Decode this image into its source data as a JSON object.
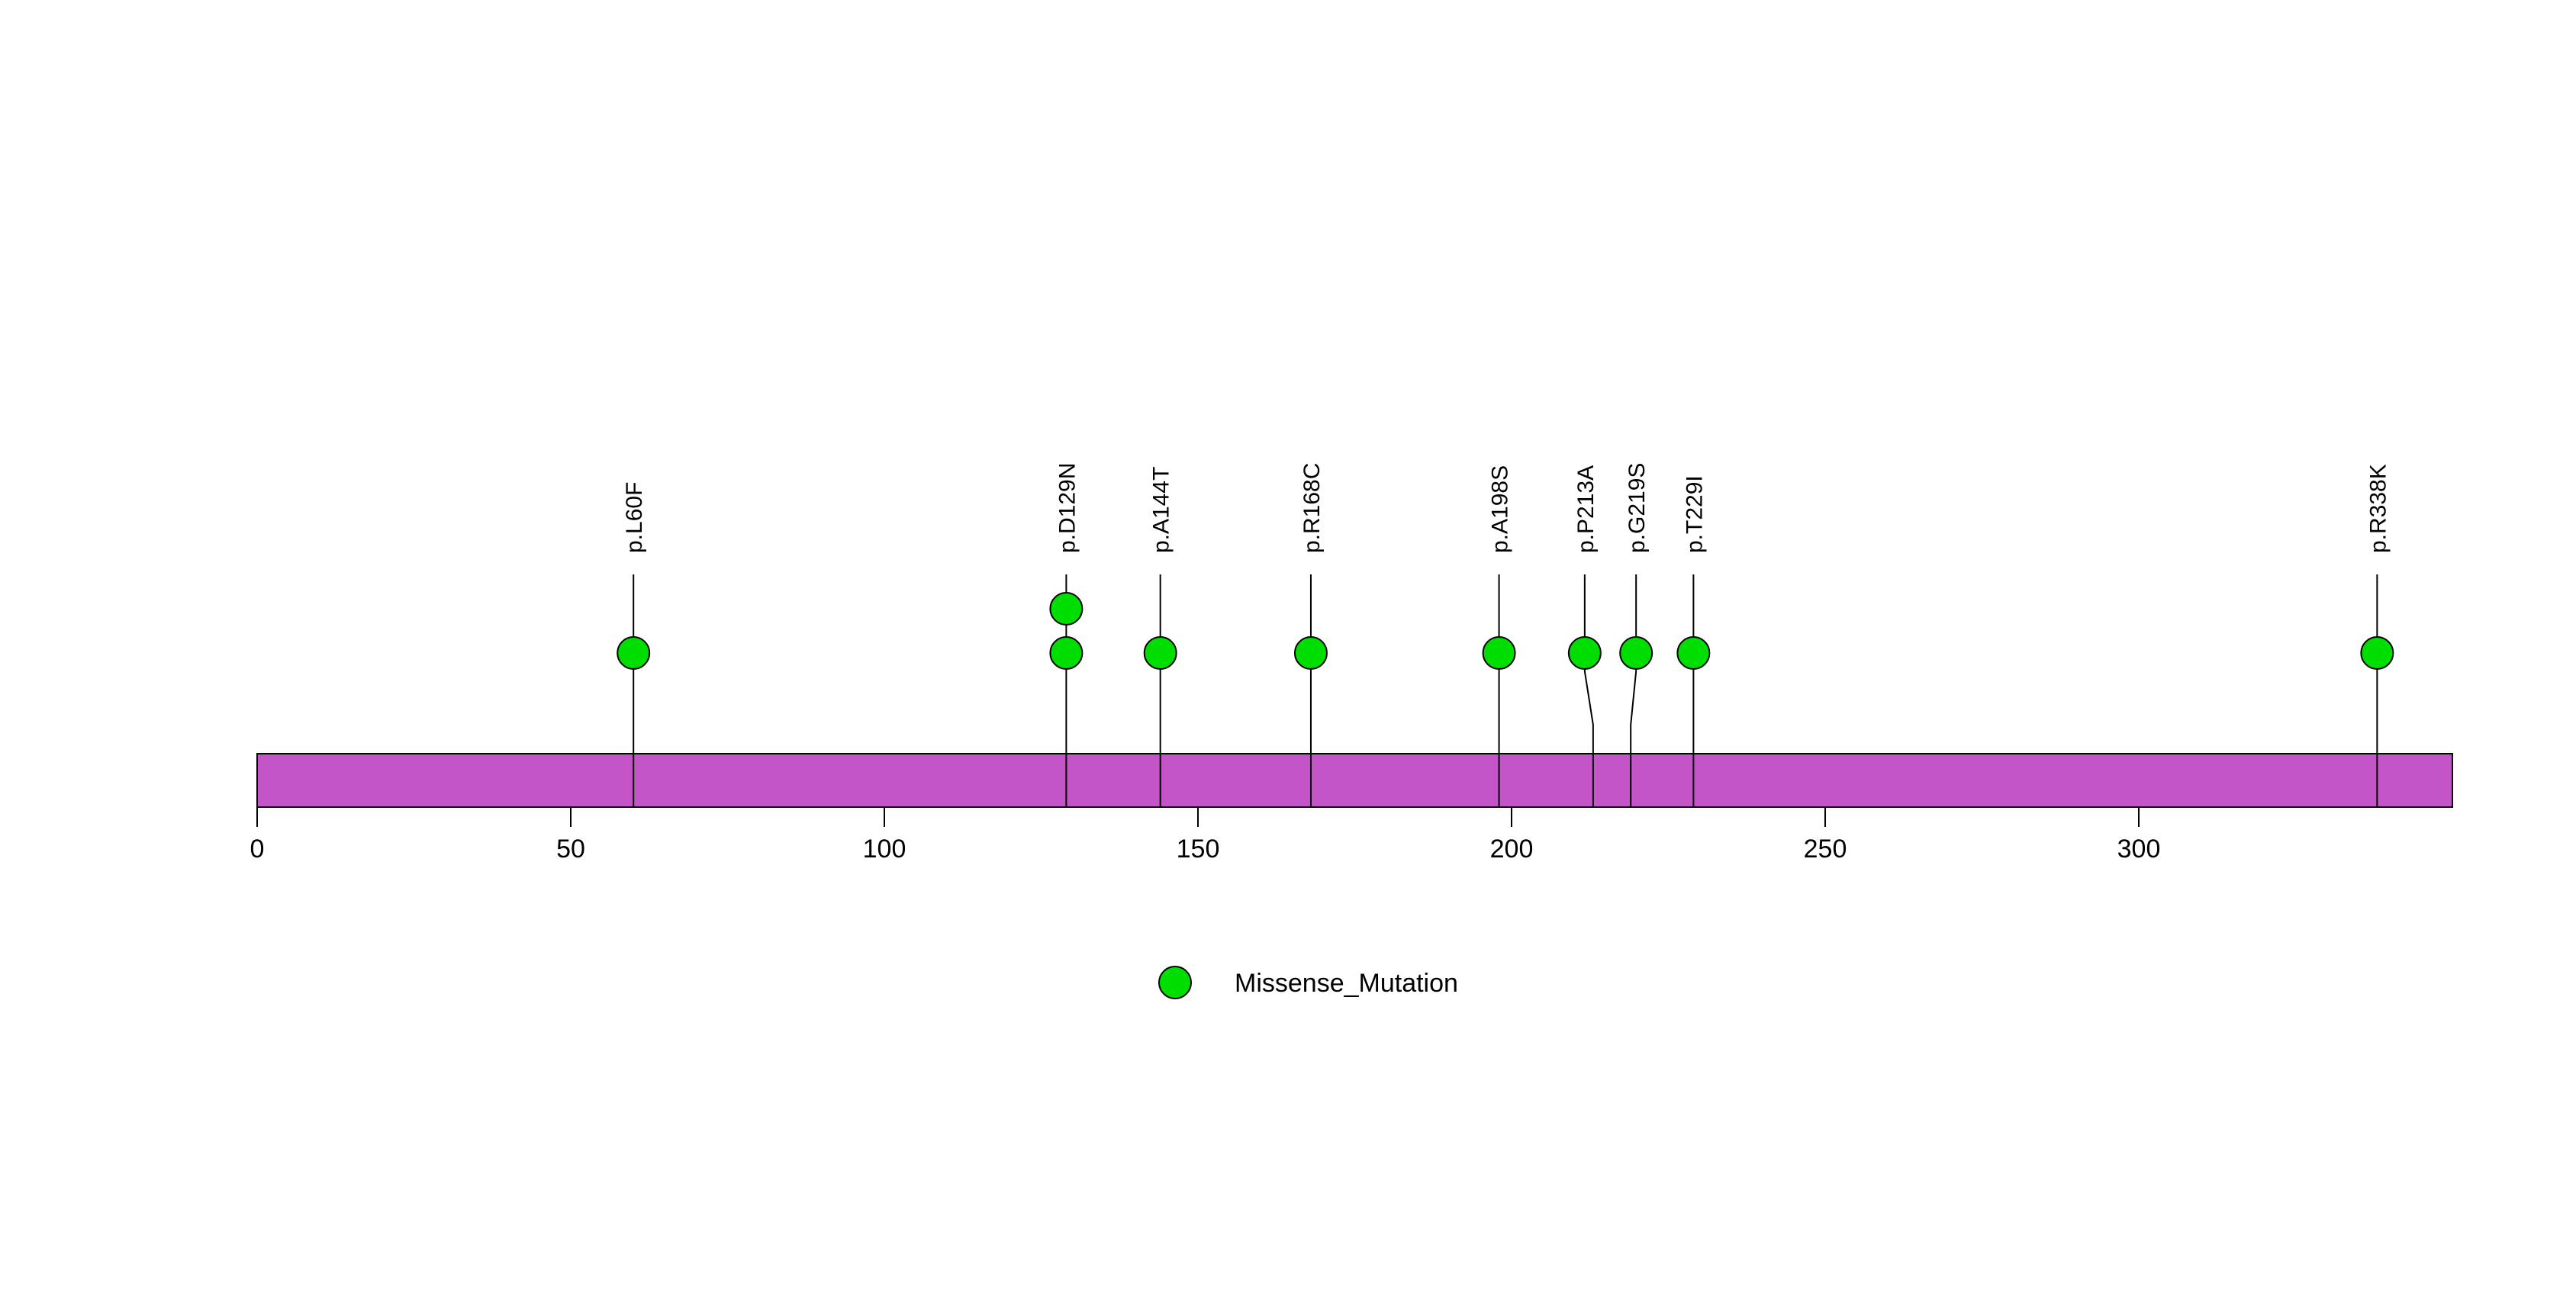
{
  "chart_data": {
    "type": "lollipop",
    "title": "",
    "axis": {
      "min": 0,
      "max": 350,
      "ticks": [
        0,
        50,
        100,
        150,
        200,
        250,
        300
      ],
      "grid": false
    },
    "protein_bar": {
      "start": 0,
      "end": 350,
      "fill_color": "#C355C8",
      "border_color": "#000000"
    },
    "mutation_types": [
      {
        "name": "Missense_Mutation",
        "color": "#00DD00"
      }
    ],
    "mutations": [
      {
        "label": "p.L60F",
        "position": 60,
        "count": 1,
        "type": "Missense_Mutation",
        "dodge": 0
      },
      {
        "label": "p.D129N",
        "position": 129,
        "count": 2,
        "type": "Missense_Mutation",
        "dodge": 0
      },
      {
        "label": "p.A144T",
        "position": 144,
        "count": 1,
        "type": "Missense_Mutation",
        "dodge": 0
      },
      {
        "label": "p.R168C",
        "position": 168,
        "count": 1,
        "type": "Missense_Mutation",
        "dodge": 0
      },
      {
        "label": "p.A198S",
        "position": 198,
        "count": 1,
        "type": "Missense_Mutation",
        "dodge": 0
      },
      {
        "label": "p.P213A",
        "position": 213,
        "count": 1,
        "type": "Missense_Mutation",
        "dodge": -11
      },
      {
        "label": "p.G219S",
        "position": 219,
        "count": 1,
        "type": "Missense_Mutation",
        "dodge": 7
      },
      {
        "label": "p.T229I",
        "position": 229,
        "count": 1,
        "type": "Missense_Mutation",
        "dodge": 0
      },
      {
        "label": "p.R338K",
        "position": 338,
        "count": 1,
        "type": "Missense_Mutation",
        "dodge": 0
      }
    ],
    "legend": {
      "position": "bottom-center",
      "items": [
        {
          "label": "Missense_Mutation",
          "color": "#00DD00",
          "shape": "circle"
        }
      ]
    }
  }
}
